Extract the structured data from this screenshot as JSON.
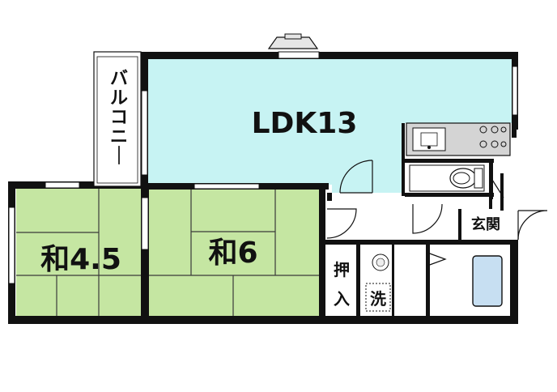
{
  "rooms": {
    "ldk": {
      "label": "LDK13",
      "color": "#c7f3f3"
    },
    "washitsu_a": {
      "label": "和4.5",
      "color": "#c5e6a2"
    },
    "washitsu_b": {
      "label": "和6",
      "color": "#c5e6a2"
    },
    "balcony": {
      "label": "バルコニー"
    },
    "oshiire": {
      "label_top": "押",
      "label_bottom": "入"
    },
    "washer": {
      "label": "洗"
    },
    "genkan": {
      "label": "玄関"
    }
  },
  "colors": {
    "wall": "#111111",
    "tatami_line": "#3a3a3a",
    "bath": "#c7dff2",
    "kitchen": "#d4d4d4"
  }
}
